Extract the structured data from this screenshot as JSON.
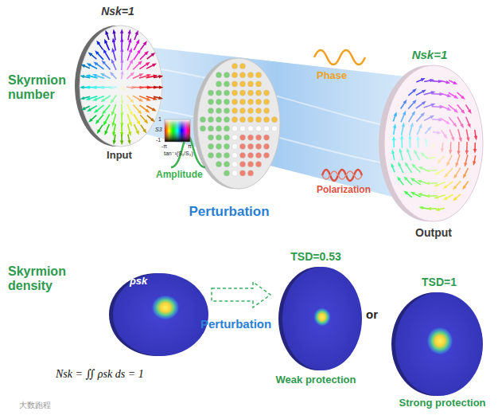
{
  "diagram": {
    "labels": [
      "Skyrmion number",
      "Nsk=1",
      "Phase",
      "Input",
      "Nsk=1",
      "1",
      "S3",
      "-1",
      "-π",
      "π",
      "tan⁻¹(S₁/S₂)",
      "Amplitude",
      "Polarization",
      "Perturbation",
      "Output",
      "Skyrmion density",
      "ρsk",
      "TSD=0.53",
      "Perturbation",
      "or",
      "TSD=1",
      "Nsk = ∬ ρsk ds = 1",
      "Weak protection",
      "Strong protection",
      "大数跑程"
    ]
  }
}
